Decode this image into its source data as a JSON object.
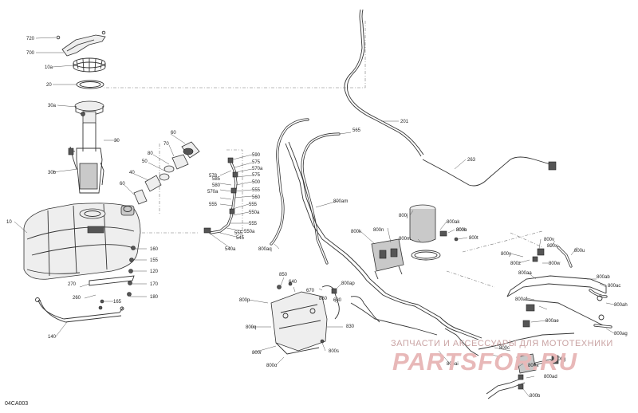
{
  "diagram_code": "04CA003",
  "watermark": {
    "top": "ЗАПЧАСТИ И АКСЕССУАРЫ ДЛЯ МОТОТЕХНИКИ",
    "logo": "PARTSFOR.RU"
  },
  "callouts": [
    "720",
    "700",
    "10a",
    "20",
    "30a",
    "30",
    "30b",
    "10",
    "60",
    "70",
    "80",
    "50",
    "40",
    "60",
    "590",
    "575",
    "570a",
    "575",
    "500",
    "555",
    "560",
    "555",
    "550a",
    "555",
    "550a",
    "555",
    "545",
    "540a",
    "585",
    "580",
    "578",
    "570a",
    "555",
    "160",
    "155",
    "120",
    "170",
    "180",
    "165",
    "270",
    "260",
    "140",
    "201",
    "263",
    "565",
    "800am",
    "800aq",
    "800j",
    "800ak",
    "800k",
    "800m",
    "800n",
    "800e",
    "800t",
    "800v",
    "800u",
    "800y",
    "800x",
    "800z",
    "800w",
    "800ab",
    "800ac",
    "800aa",
    "800af",
    "800ah",
    "800ae",
    "800ag",
    "800s",
    "800r",
    "800p",
    "800q",
    "800o",
    "800a",
    "800b",
    "800c",
    "800ai",
    "800ad",
    "800g",
    "800h",
    "850",
    "640",
    "670",
    "860",
    "680",
    "800ap",
    "830"
  ]
}
